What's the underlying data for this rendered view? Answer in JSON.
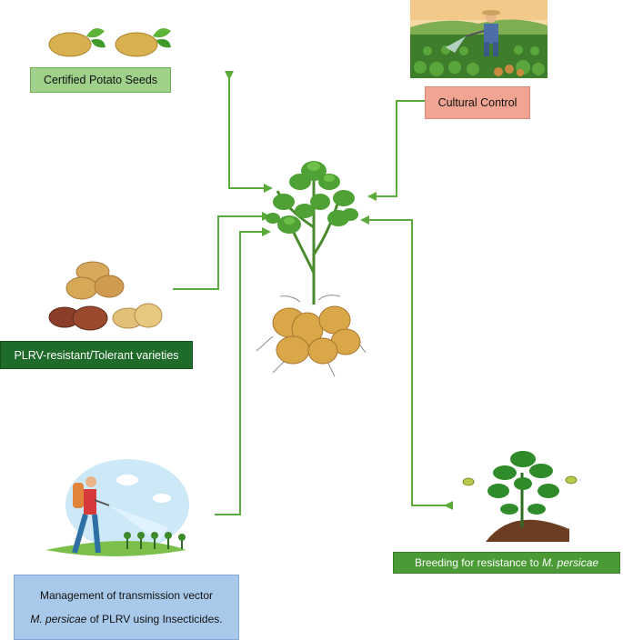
{
  "labels": {
    "certified_seeds": "Certified Potato Seeds",
    "cultural_control": "Cultural Control",
    "resistant_varieties": "PLRV-resistant/Tolerant varieties",
    "breeding_prefix": "Breeding for resistance to ",
    "breeding_species": "M. persicae",
    "vector_line1": "Management of transmission vector",
    "vector_species": "M. persicae",
    "vector_line2_suffix": " of PLRV using Insecticides."
  },
  "colors": {
    "arrow": "#5aab3c",
    "seeds_box": "#9fd18a",
    "cultural_box": "#f2a492",
    "resistant_box": "#1f6b2a",
    "breeding_box": "#4a9a35",
    "vector_box": "#a9c9ea"
  },
  "icons": [
    "potato-seed-icon",
    "farmer-field-icon",
    "potato-tubers-icon",
    "potato-plant-icon",
    "sprayer-person-icon",
    "aphid-plant-icon"
  ]
}
